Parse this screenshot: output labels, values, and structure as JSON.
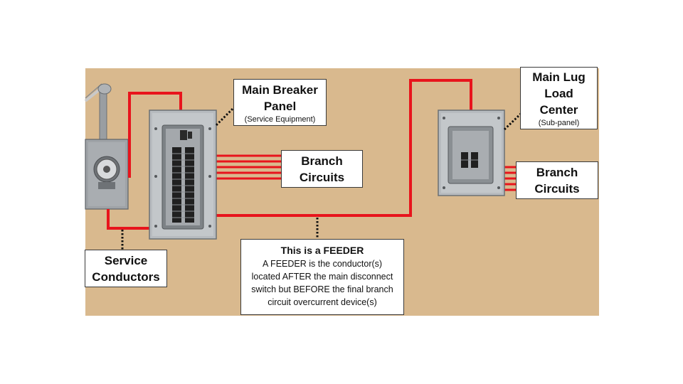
{
  "callouts": {
    "main_breaker_panel": {
      "title_line1": "Main Breaker",
      "title_line2": "Panel",
      "subtitle": "(Service Equipment)"
    },
    "branch_circuits_1": {
      "line1": "Branch",
      "line2": "Circuits"
    },
    "main_lug": {
      "line1": "Main Lug",
      "line2": "Load",
      "line3": "Center",
      "subtitle": "(Sub-panel)"
    },
    "branch_circuits_2": {
      "line1": "Branch",
      "line2": "Circuits"
    },
    "service_conductors": {
      "line1": "Service",
      "line2": "Conductors"
    },
    "feeder": {
      "title": "This is a FEEDER",
      "line1": "A FEEDER is the conductor(s)",
      "line2": "located AFTER the main disconnect",
      "line3": "switch but BEFORE the final branch",
      "line4": "circuit overcurrent device(s)"
    }
  },
  "colors": {
    "wall": "#d9b98e",
    "wire": "#e8141c",
    "panel": "#b7bbbf",
    "panel_dark": "#7d8286",
    "leader": "#111111"
  }
}
